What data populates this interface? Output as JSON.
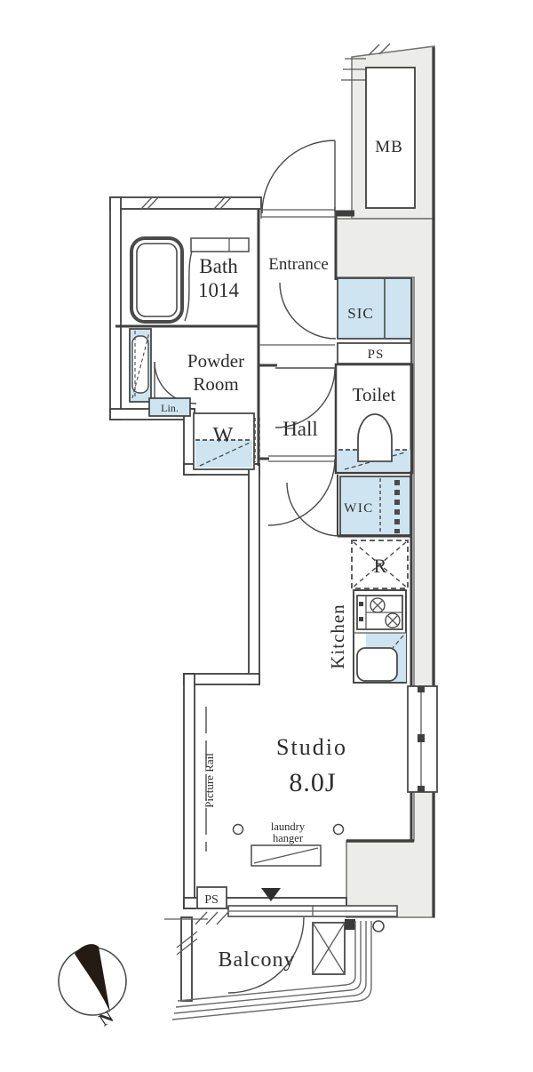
{
  "floorplan": {
    "rooms": {
      "mb": {
        "label": "MB"
      },
      "bath": {
        "name": "Bath",
        "size": "1014"
      },
      "entrance": {
        "label": "Entrance"
      },
      "sic": {
        "label": "SIC"
      },
      "ps_upper": {
        "label": "PS"
      },
      "toilet": {
        "label": "Toilet"
      },
      "powder_room": {
        "name_line1": "Powder",
        "name_line2": "Room"
      },
      "linen": {
        "label": "Lin."
      },
      "washer": {
        "label": "W"
      },
      "hall": {
        "label": "Hall"
      },
      "wic": {
        "label": "WIC"
      },
      "refrigerator": {
        "label": "R"
      },
      "kitchen": {
        "label": "Kitchen"
      },
      "studio": {
        "name": "Studio",
        "size": "8.0J"
      },
      "balcony": {
        "label": "Balcony"
      },
      "ps_lower": {
        "label": "PS"
      }
    },
    "annotations": {
      "laundry_hanger_line1": "laundry",
      "laundry_hanger_line2": "hanger",
      "picture_rail": "Picture Rail",
      "compass_north": "N"
    },
    "colors": {
      "wall": "#3f3f3f",
      "closet_fill": "#cfe4f1",
      "common_area_fill": "#ececea",
      "background": "#ffffff"
    }
  }
}
